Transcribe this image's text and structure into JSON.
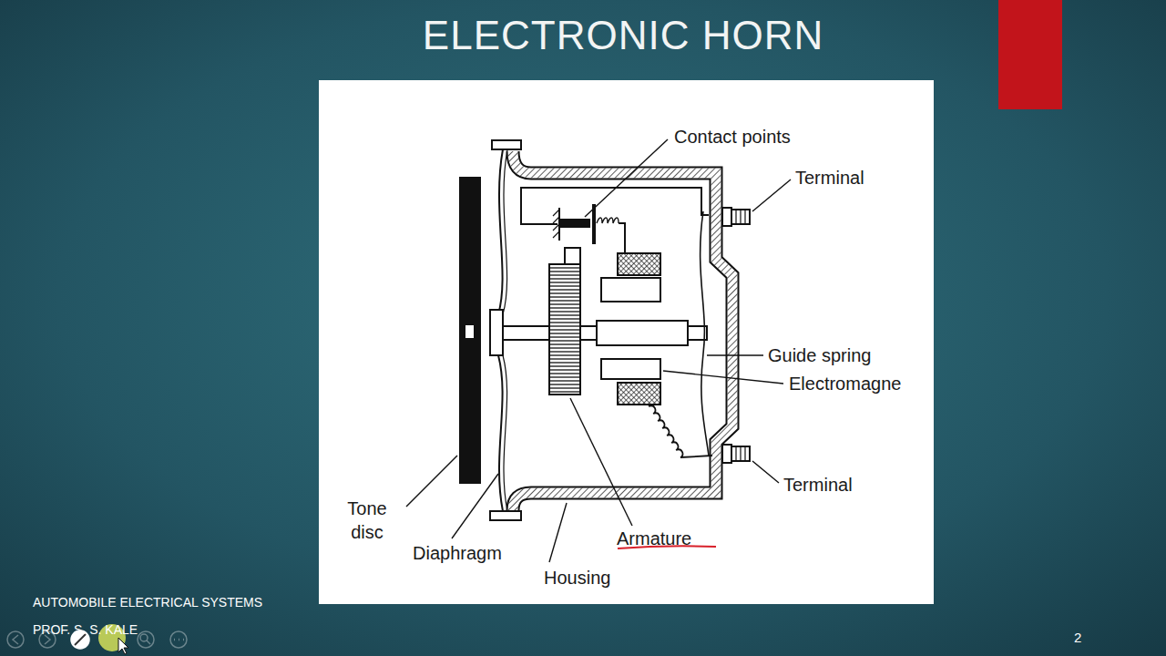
{
  "diagram": {
    "title": "ELECTRONIC HORN",
    "labels": [
      "Contact points",
      "Terminal",
      "Guide spring",
      "Electromagne",
      "Terminal",
      "Tone disc",
      "Diaphragm",
      "Armature",
      "Housing",
      "AUTOMOBILE ELECTRICAL SYSTEMS",
      "PROF. S. S. KALE",
      "2"
    ]
  }
}
